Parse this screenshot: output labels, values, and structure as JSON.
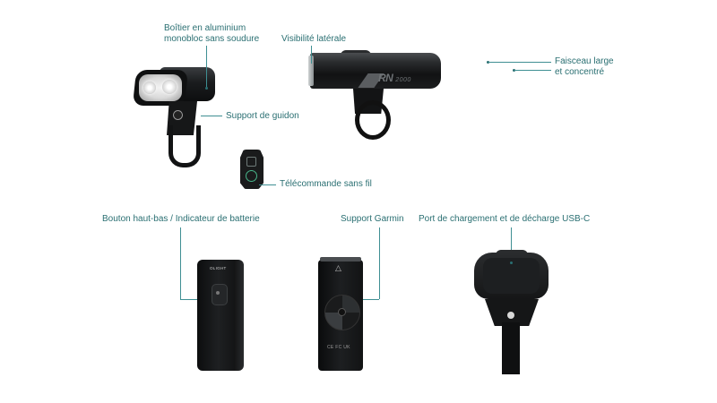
{
  "page": {
    "background": "#ffffff",
    "label_color": "#2a6f72",
    "line_color": "#3f8f93"
  },
  "top_section": {
    "labels": {
      "housing": [
        "Boîtier en aluminium",
        "monobloc sans soudure"
      ],
      "handlebar_mount": "Support de guidon",
      "side_visibility": "Visibilité latérale",
      "beam": [
        "Faisceau large",
        "et concentré"
      ],
      "remote": "Télécommande sans fil"
    },
    "products": {
      "front_light": "front-view bike light",
      "side_light_model": "RN",
      "side_light_model_number": "2000",
      "remote": "wireless remote"
    }
  },
  "bottom_section": {
    "labels": {
      "button_battery": "Bouton haut-bas / Indicateur de batterie",
      "garmin": "Support Garmin",
      "usb_port": "Port de chargement et de décharge USB-C"
    },
    "products": {
      "top_view_logo": "OLIGHT",
      "bottom_view_marks": "CE FC UK"
    }
  }
}
